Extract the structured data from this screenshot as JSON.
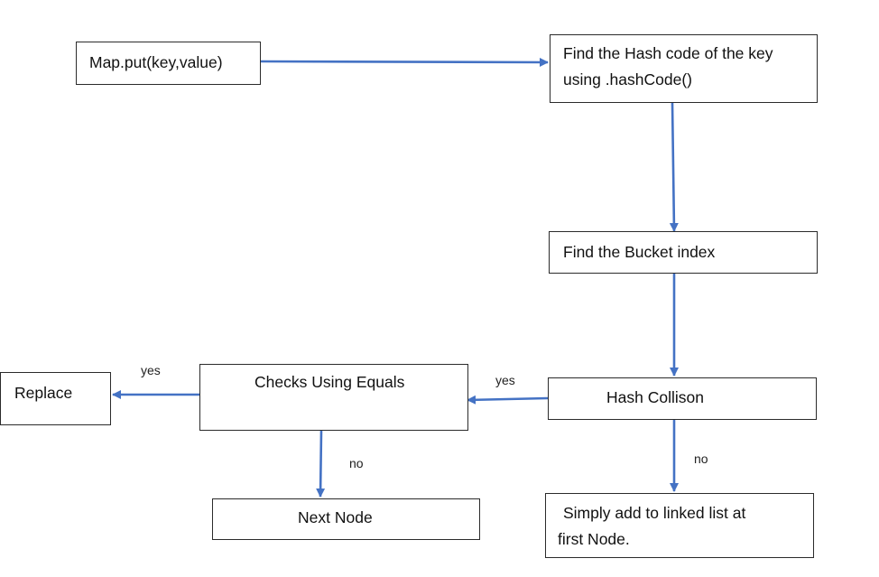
{
  "nodes": {
    "map_put": "Map.put(key,value)",
    "hash_code_line1": "Find the Hash code of the key",
    "hash_code_line2": "using .hashCode()",
    "bucket_index": "Find the Bucket index",
    "hash_collision": "Hash Collison",
    "checks_equals": "Checks Using Equals",
    "replace": "Replace",
    "next_node": "Next Node",
    "simply_add_line1": "Simply add to linked list at",
    "simply_add_line2": "first Node."
  },
  "edge_labels": {
    "collision_yes": "yes",
    "collision_no": "no",
    "equals_yes": "yes",
    "equals_no": "no"
  },
  "colors": {
    "arrow": "#4472C4",
    "border": "#2b2b2b"
  }
}
